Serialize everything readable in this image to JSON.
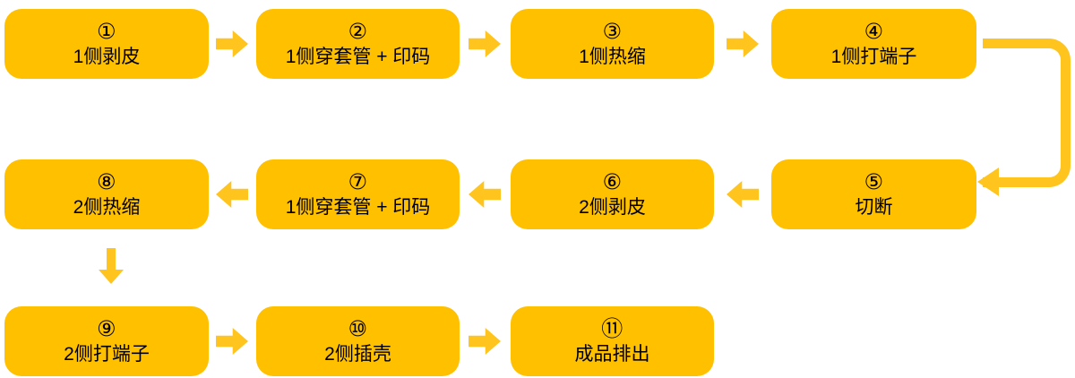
{
  "flowchart": {
    "title": "production-process-flow",
    "colors": {
      "box": "#FFC000",
      "arrow": "#FFC41E",
      "text": "#000000",
      "page": "#FFFFFF"
    },
    "steps": [
      {
        "num": "①",
        "label": "1侧剥皮"
      },
      {
        "num": "②",
        "label": "1侧穿套管 + 印码"
      },
      {
        "num": "③",
        "label": "1侧热缩"
      },
      {
        "num": "④",
        "label": "1侧打端子"
      },
      {
        "num": "⑤",
        "label": "切断"
      },
      {
        "num": "⑥",
        "label": "2侧剥皮"
      },
      {
        "num": "⑦",
        "label": "1侧穿套管 + 印码"
      },
      {
        "num": "⑧",
        "label": "2侧热缩"
      },
      {
        "num": "⑨",
        "label": "2侧打端子"
      },
      {
        "num": "⑩",
        "label": "2侧插壳"
      },
      {
        "num": "⑪",
        "label": "成品排出"
      }
    ]
  }
}
